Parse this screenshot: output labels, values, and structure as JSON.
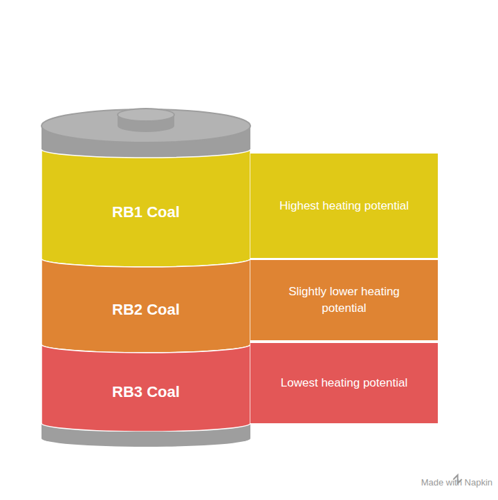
{
  "diagram": {
    "nodes": [
      {
        "text": [
          "RB1 Coal"
        ]
      },
      {
        "text": [
          "Highest heating potential"
        ]
      },
      {
        "text": [
          "RB2 Coal"
        ]
      },
      {
        "text": [
          "Slightly lower heating potential"
        ]
      },
      {
        "text": [
          "RB3 Coal"
        ]
      },
      {
        "text": [
          "Lowest heating potential"
        ]
      }
    ],
    "labels": [
      "Made with Napkin"
    ]
  }
}
